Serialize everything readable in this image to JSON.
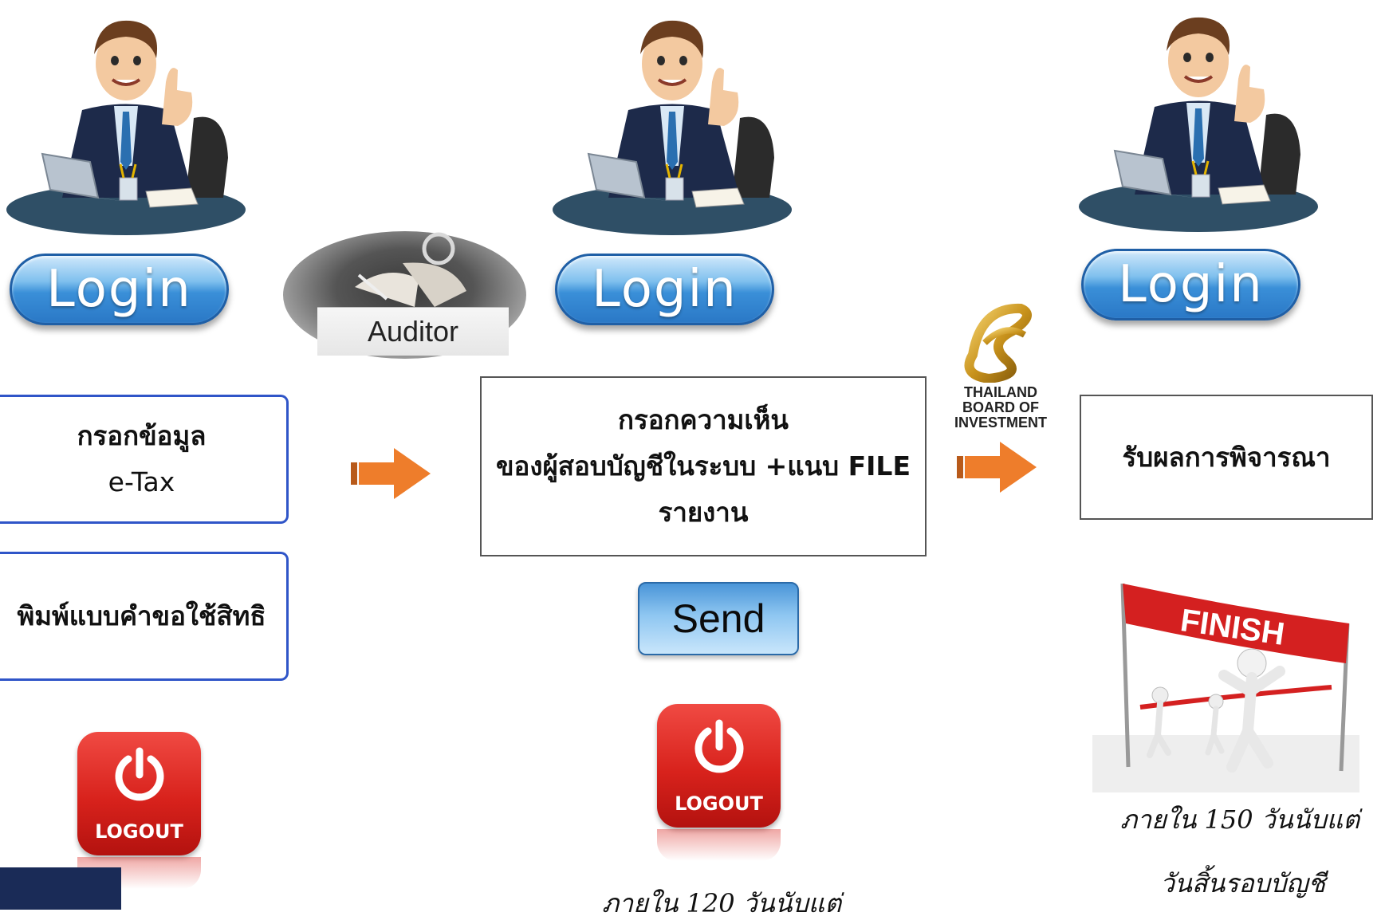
{
  "steps": {
    "step1": {
      "login_label": "Login",
      "box1_lines": [
        "กรอกข้อมูล",
        "e-Tax"
      ],
      "box2_text": "พิมพ์แบบคำขอใช้สิทธิ",
      "logout_label": "LOGOUT"
    },
    "step2": {
      "auditor_label": "Auditor",
      "login_label": "Login",
      "box_lines": [
        "กรอกความเห็น",
        "ของผู้สอบบัญชีในระบบ +แนบ FILE",
        "รายงาน"
      ],
      "send_label": "Send",
      "logout_label": "LOGOUT",
      "note": "ภายใน 120 วันนับแต่"
    },
    "step3": {
      "boi_logo_lines": [
        "THAILAND",
        "BOARD OF",
        "INVESTMENT"
      ],
      "login_label": "Login",
      "box_text": "รับผลการพิจารณา",
      "finish_banner": "FINISH",
      "note_lines": [
        "ภายใน   150 วันนับแต่",
        "วันสิ้นรอบบัญชี"
      ]
    }
  },
  "colors": {
    "arrow": "#ee7d2b",
    "box_border_blue": "#2f55c8",
    "logout_red": "#d8221c",
    "login_blue": "#3a8fd8"
  }
}
